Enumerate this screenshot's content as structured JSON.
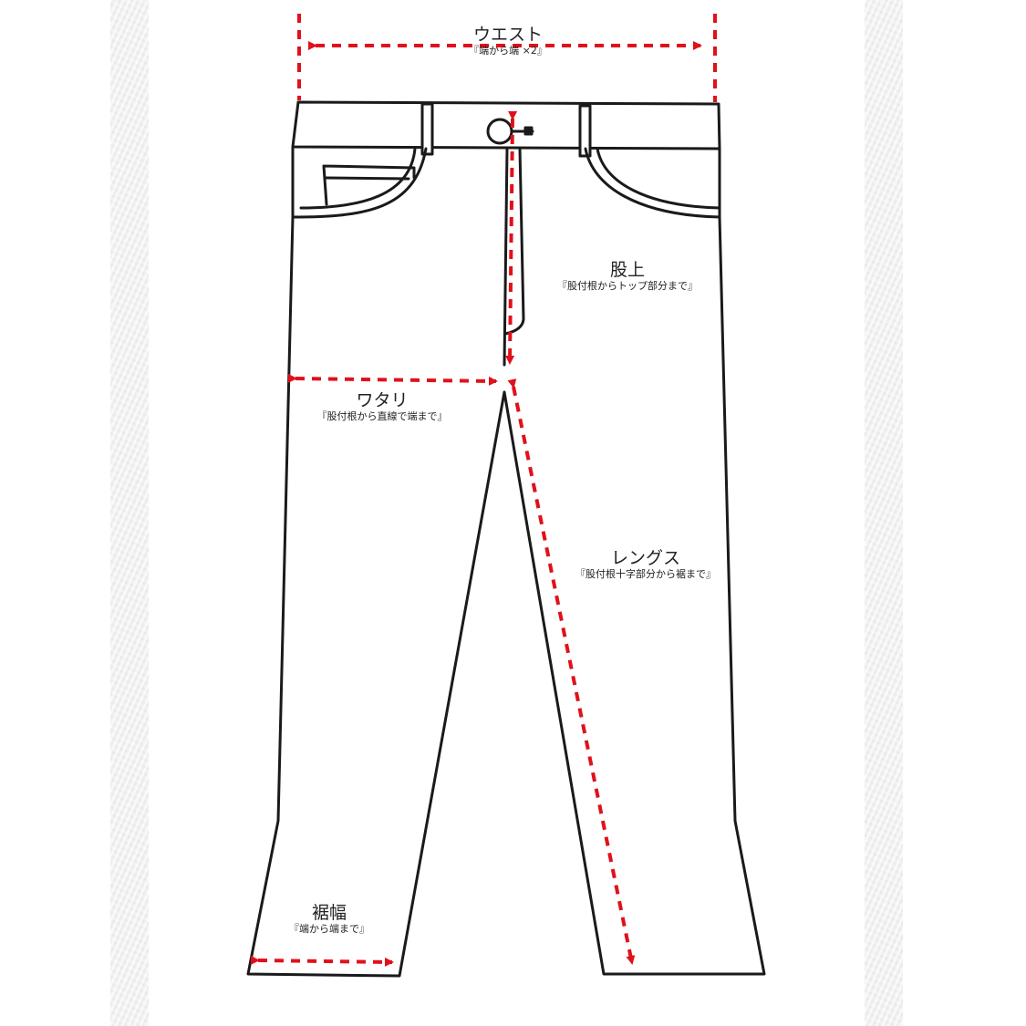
{
  "colors": {
    "outline": "#1a1a1a",
    "measure": "#e0111b",
    "panel": "#f1f1f1",
    "background": "#ffffff"
  },
  "garment": "jeans-flat-sketch",
  "measurements": {
    "waist": {
      "title": "ウエスト",
      "note": "『端から端 ×2』"
    },
    "rise": {
      "title": "股上",
      "note": "『股付根からトップ部分まで』"
    },
    "thigh": {
      "title": "ワタリ",
      "note": "『股付根から直線で端まで』"
    },
    "inseam": {
      "title": "レングス",
      "note": "『股付根十字部分から裾まで』"
    },
    "hem": {
      "title": "裾幅",
      "note": "『端から端まで』"
    }
  }
}
